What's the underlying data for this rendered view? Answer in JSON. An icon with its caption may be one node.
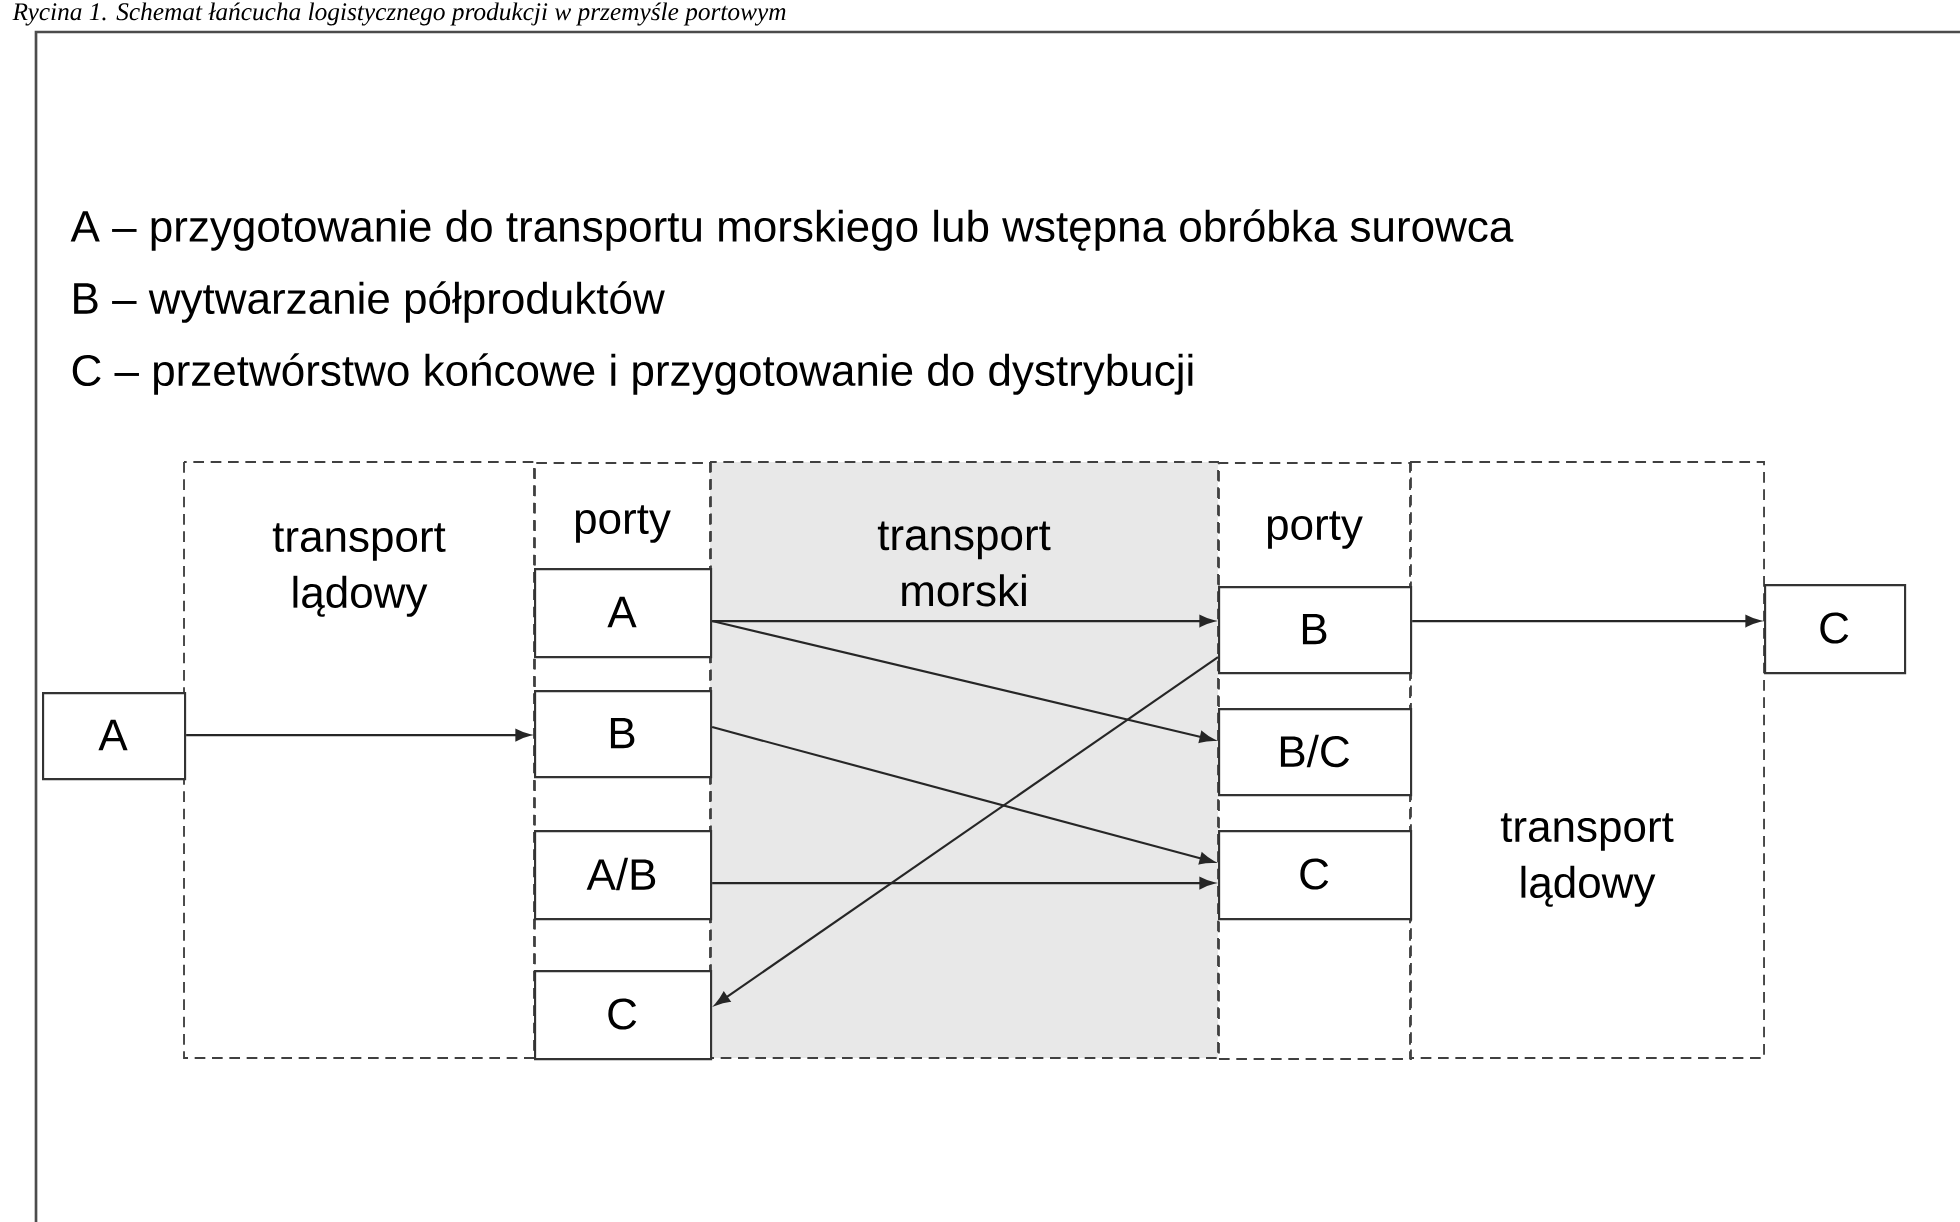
{
  "diagram": {
    "title": "Rycina 1. Schemat łańcucha logistycznego produkcji w przemyśle portowym",
    "nodes": [
      {
        "text": [
          "A"
        ]
      },
      {
        "text": [
          "porty"
        ]
      },
      {
        "text": [
          "A"
        ],
        "in": 1
      },
      {
        "text": [
          "B"
        ],
        "in": 1
      },
      {
        "text": [
          "A/B"
        ],
        "in": 1
      },
      {
        "text": [
          "C"
        ],
        "in": 1
      },
      {
        "text": [
          "porty"
        ]
      },
      {
        "text": [
          "B"
        ],
        "in": 6
      },
      {
        "text": [
          "B/C"
        ],
        "in": 6
      },
      {
        "text": [
          "C"
        ],
        "in": 6
      },
      {
        "text": [
          "C"
        ]
      }
    ],
    "edges": [
      {
        "from": 0,
        "to": 3,
        "arrow": "to"
      },
      {
        "from": 2,
        "to": 7,
        "arrow": "to"
      },
      {
        "from": 2,
        "to": 8,
        "arrow": "to"
      },
      {
        "from": 3,
        "to": 9,
        "arrow": "to"
      },
      {
        "from": 4,
        "to": 9,
        "arrow": "to"
      },
      {
        "from": 7,
        "to": 5,
        "arrow": "to"
      },
      {
        "from": 7,
        "to": 10,
        "arrow": "to"
      }
    ],
    "labels": [
      "A – przygotowanie do transportu morskiego lub wstępna obróbka surowca",
      "B – wytwarzanie półproduktów",
      "C – przetwórstwo końcowe i przygotowanie do dystrybucji",
      "transport lądowy",
      "transport morski",
      "transport lądowy"
    ]
  }
}
